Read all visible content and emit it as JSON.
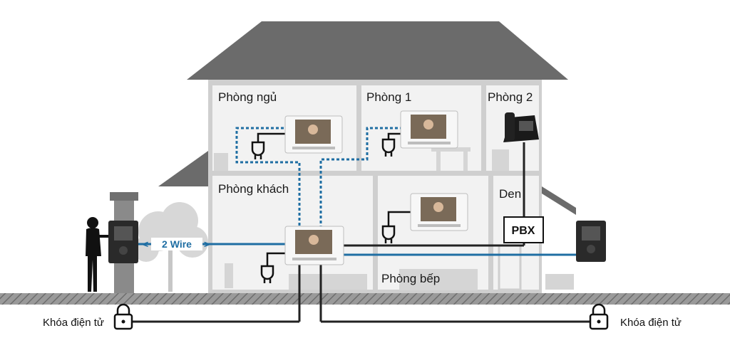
{
  "rooms": {
    "bedroom": "Phòng ngủ",
    "room1": "Phòng 1",
    "room2": "Phòng 2",
    "living": "Phòng khách",
    "den": "Den",
    "kitchen": "Phòng bếp"
  },
  "devices": {
    "pbx": "PBX",
    "wire": "2 Wire"
  },
  "locks": {
    "left": "Khóa điện tử",
    "right": "Khóa điện tử"
  },
  "colors": {
    "roof": "#6b6b6b",
    "wall": "#d9d9d9",
    "room": "#f1f1f1",
    "wire_blue": "#1f6ea3",
    "cable": "#222222"
  }
}
